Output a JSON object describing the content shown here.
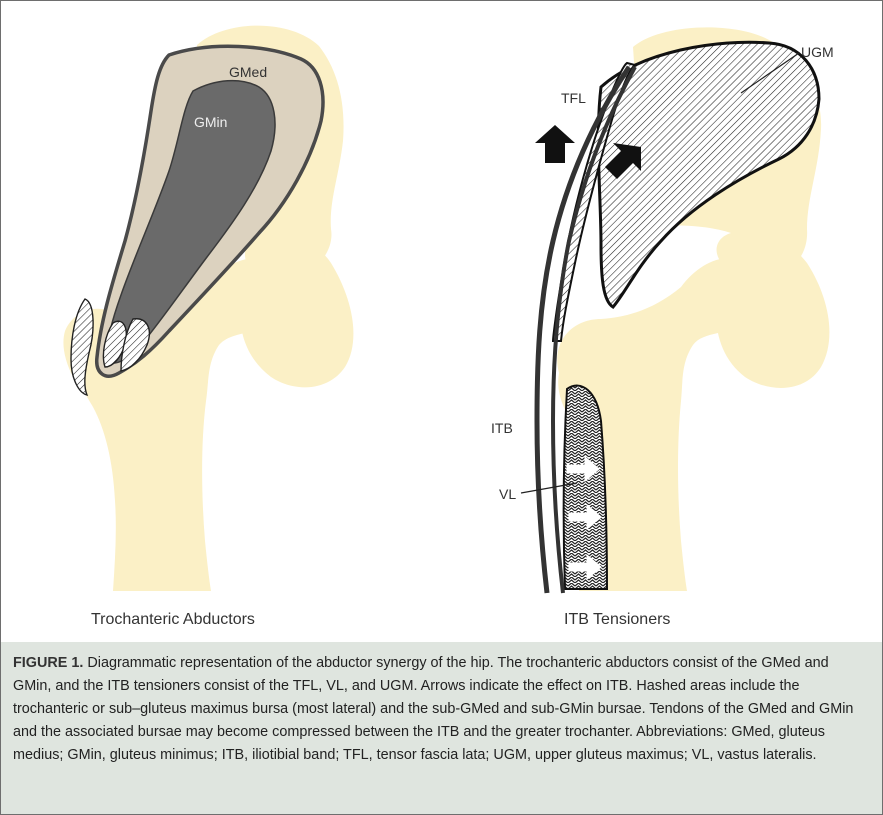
{
  "colors": {
    "bone": "#fbf0c6",
    "gmed_fill": "#dcd2bf",
    "gmin_fill": "#6a6a6a",
    "outline": "#4a4a4a",
    "caption_bg": "#dfe5df",
    "arrow": "#111111"
  },
  "left_panel": {
    "caption": "Trochanteric Abductors",
    "labels": {
      "gmed": "GMed",
      "gmin": "GMin"
    }
  },
  "right_panel": {
    "caption": "ITB Tensioners",
    "labels": {
      "tfl": "TFL",
      "ugm": "UGM",
      "itb": "ITB",
      "vl": "VL"
    }
  },
  "caption": {
    "label": "FIGURE 1.",
    "text": " Diagrammatic representation of the abductor synergy of the hip. The trochanteric abductors consist of the GMed and GMin, and the ITB tensioners consist of the TFL, VL, and UGM. Arrows indicate the effect on ITB. Hashed areas include the trochanteric or sub–gluteus maximus bursa (most lateral) and the sub-GMed and sub-GMin bursae. Tendons of the GMed and GMin and the associated bursae may become compressed between the ITB and the greater trochanter. Abbreviations: GMed, gluteus medius; GMin, gluteus minimus; ITB, iliotibial band; TFL, tensor fascia lata; UGM, upper gluteus maximus; VL, vastus lateralis."
  }
}
